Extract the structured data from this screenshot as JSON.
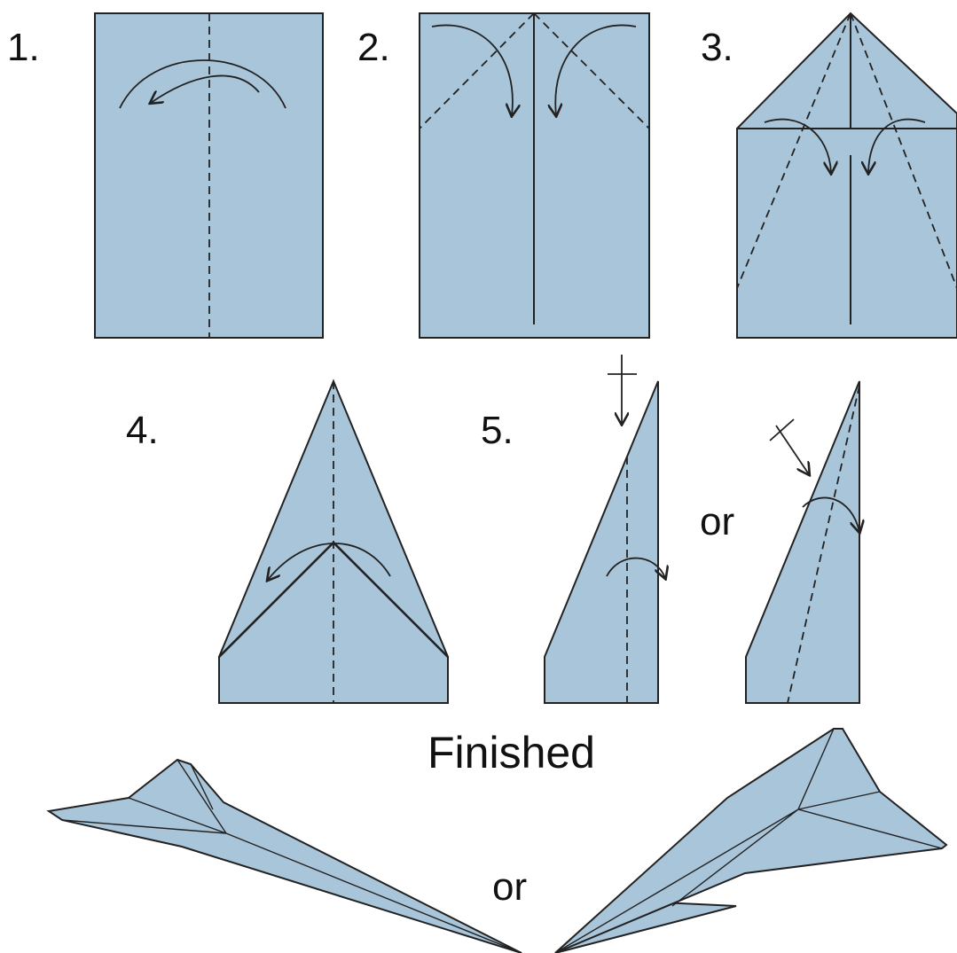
{
  "colors": {
    "paper": "#a9c5da",
    "line": "#222222",
    "background": "#ffffff"
  },
  "steps": [
    {
      "label": "1."
    },
    {
      "label": "2."
    },
    {
      "label": "3."
    },
    {
      "label": "4."
    },
    {
      "label": "5."
    }
  ],
  "or_step5": "or",
  "finished_label": "Finished",
  "or_finished": "or"
}
